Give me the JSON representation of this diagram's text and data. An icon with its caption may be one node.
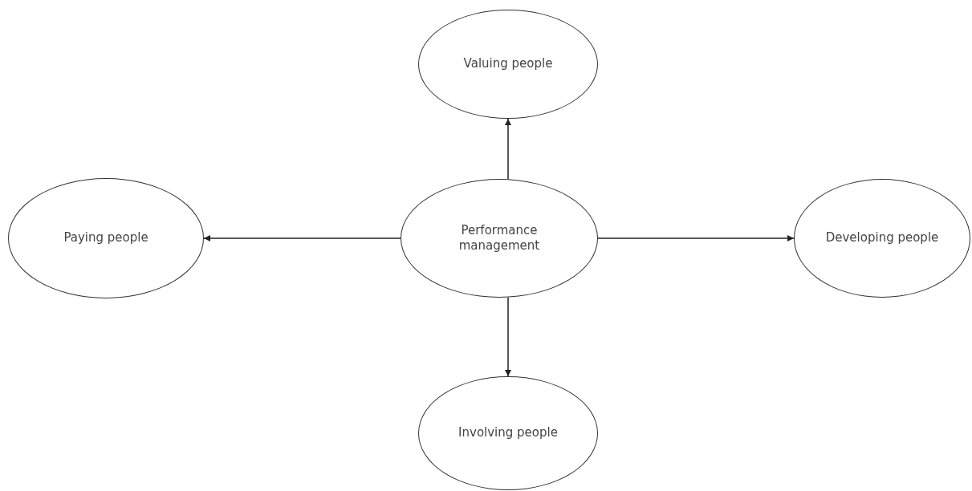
{
  "diagram": {
    "nodes": [
      {
        "text": [
          "Valuing people"
        ]
      },
      {
        "text": [
          "Paying people"
        ]
      },
      {
        "text": [
          "Performance management"
        ]
      },
      {
        "text": [
          "Developing people"
        ]
      },
      {
        "text": [
          "Involving people"
        ]
      }
    ],
    "edges": [
      {
        "from": 2,
        "to": 0,
        "arrow": "to"
      },
      {
        "from": 2,
        "to": 1,
        "arrow": "to"
      },
      {
        "from": 2,
        "to": 3,
        "arrow": "to"
      },
      {
        "from": 2,
        "to": 4,
        "arrow": "to"
      }
    ]
  }
}
